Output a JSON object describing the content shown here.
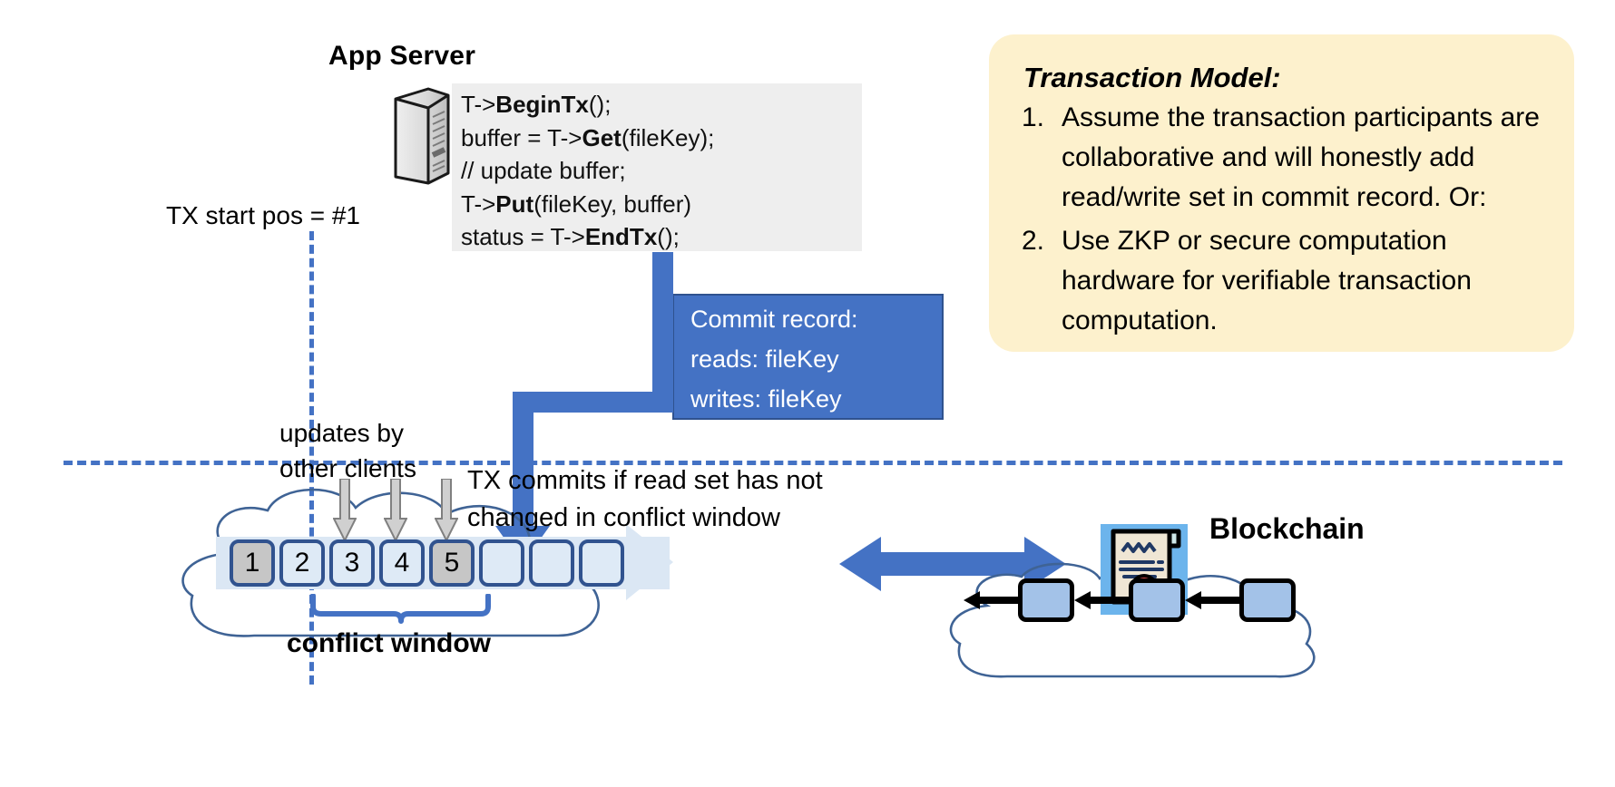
{
  "app_server": {
    "title": "App Server",
    "icon": "server-tower-icon",
    "code_lines": [
      {
        "pre": "T->",
        "bold": "BeginTx",
        "post": "();"
      },
      {
        "pre": "buffer = T->",
        "bold": "Get",
        "post": "(fileKey);"
      },
      {
        "pre": "// update buffer;",
        "bold": "",
        "post": ""
      },
      {
        "pre": "T->",
        "bold": "Put",
        "post": "(fileKey, buffer)"
      },
      {
        "pre": "status = T->",
        "bold": "EndTx",
        "post": "();"
      }
    ]
  },
  "tx_start": {
    "label": "TX start pos = #1"
  },
  "commit_record": {
    "title": "Commit record:",
    "reads": "reads: fileKey",
    "writes": "writes: fileKey",
    "bg_color": "#4472c4",
    "text_color": "#ffffff"
  },
  "transaction_model": {
    "title": "Transaction Model:",
    "bg_color": "#fdf1cd",
    "items": [
      {
        "num": "1.",
        "text": "Assume the transaction participants are collaborative and will honestly add read/write set in commit record.  Or:"
      },
      {
        "num": "2.",
        "text": "Use ZKP or secure computation hardware for verifiable transaction computation."
      }
    ]
  },
  "log": {
    "updates_label_line1": "updates by",
    "updates_label_line2": "other clients",
    "commits_label_line1": "TX commits if read set has not",
    "commits_label_line2": "changed in conflict window",
    "conflict_window_label": "conflict window",
    "blocks": [
      {
        "label": "1",
        "fill": "gray"
      },
      {
        "label": "2",
        "fill": "blue"
      },
      {
        "label": "3",
        "fill": "blue"
      },
      {
        "label": "4",
        "fill": "blue"
      },
      {
        "label": "5",
        "fill": "gray"
      },
      {
        "label": "",
        "fill": "blue"
      },
      {
        "label": "",
        "fill": "blue"
      },
      {
        "label": "",
        "fill": "blue"
      }
    ],
    "update_arrow_count": 3,
    "accent_color": "#4472c4",
    "strip_color": "#dbe7f4"
  },
  "blockchain": {
    "label": "Blockchain",
    "icon": "certificate-seal-icon",
    "sync_arrow": "double-headed-arrow-icon",
    "chain_block_count": 3
  }
}
